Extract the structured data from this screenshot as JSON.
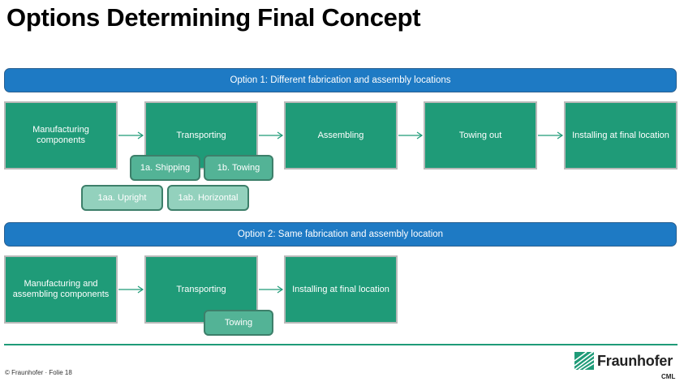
{
  "title": "Options Determining Final Concept",
  "option1": {
    "banner": "Option 1: Different fabrication and assembly locations",
    "steps": [
      "Manufacturing components",
      "Transporting",
      "Assembling",
      "Towing out",
      "Installing at final location"
    ],
    "sub_a": "1a. Shipping",
    "sub_b": "1b. Towing",
    "sub_aa": "1aa. Upright",
    "sub_ab": "1ab. Horizontal"
  },
  "option2": {
    "banner": "Option 2: Same fabrication and assembly location",
    "steps": [
      "Manufacturing and assembling components",
      "Transporting",
      "Installing at final location"
    ],
    "sub": "Towing"
  },
  "footer": "© Fraunhofer · Folie 18",
  "logo": {
    "name": "Fraunhofer",
    "sub": "CML",
    "icon": "fraunhofer-logo-icon"
  },
  "colors": {
    "banner": "#1e7ac4",
    "box": "#1f9b78",
    "sub_mid": "#53b396",
    "sub_light": "#93d1bd",
    "rule": "#1f9b78"
  }
}
